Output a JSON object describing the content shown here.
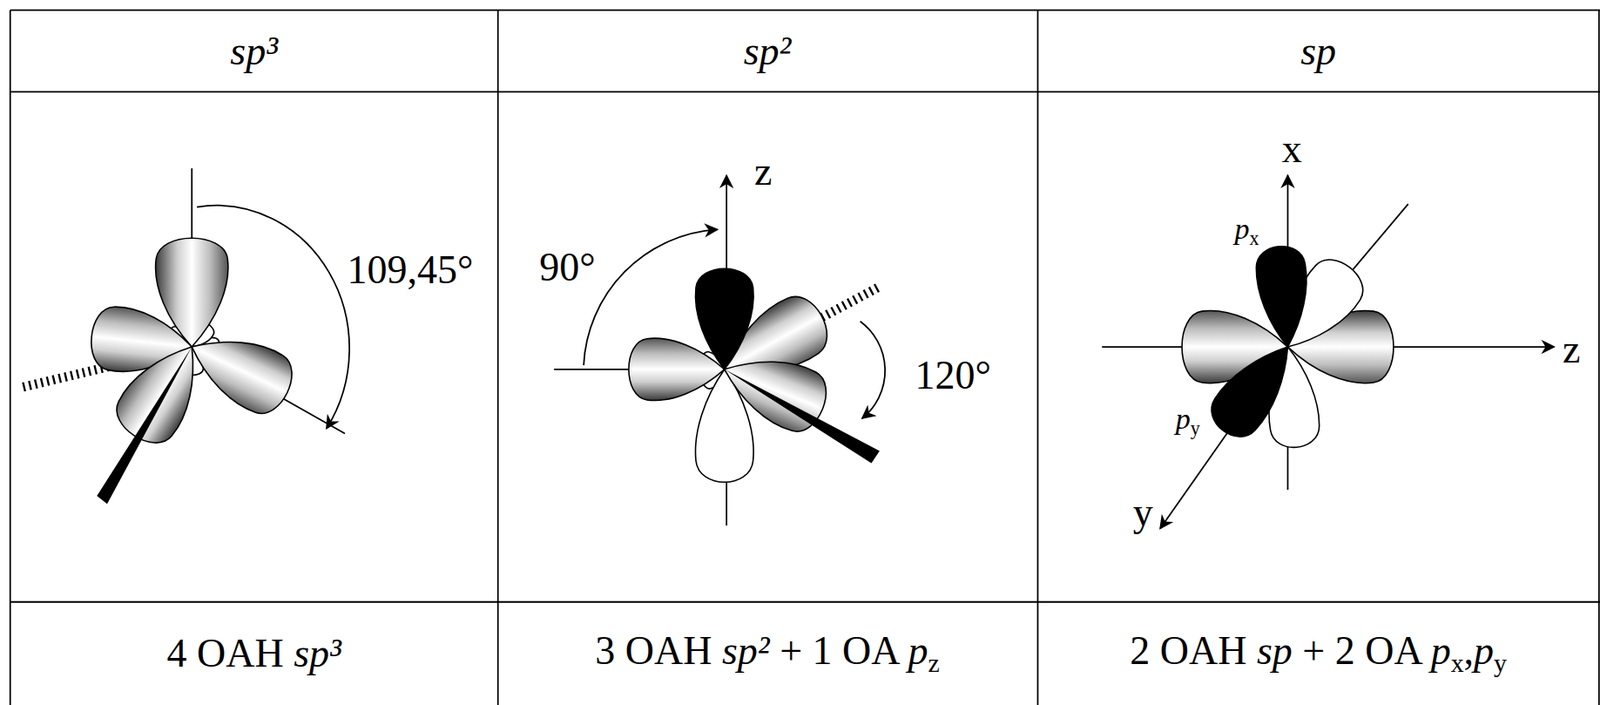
{
  "diagram": {
    "labels": [
      "sp³",
      "sp²",
      "sp",
      "109,45°",
      "z",
      "90°",
      "120°",
      "x",
      "px",
      "py",
      "z",
      "y",
      "4 OAH sp³",
      "3 OAH sp² + 1 OA pz",
      "2 OAH sp + 2 OA px,py"
    ]
  }
}
